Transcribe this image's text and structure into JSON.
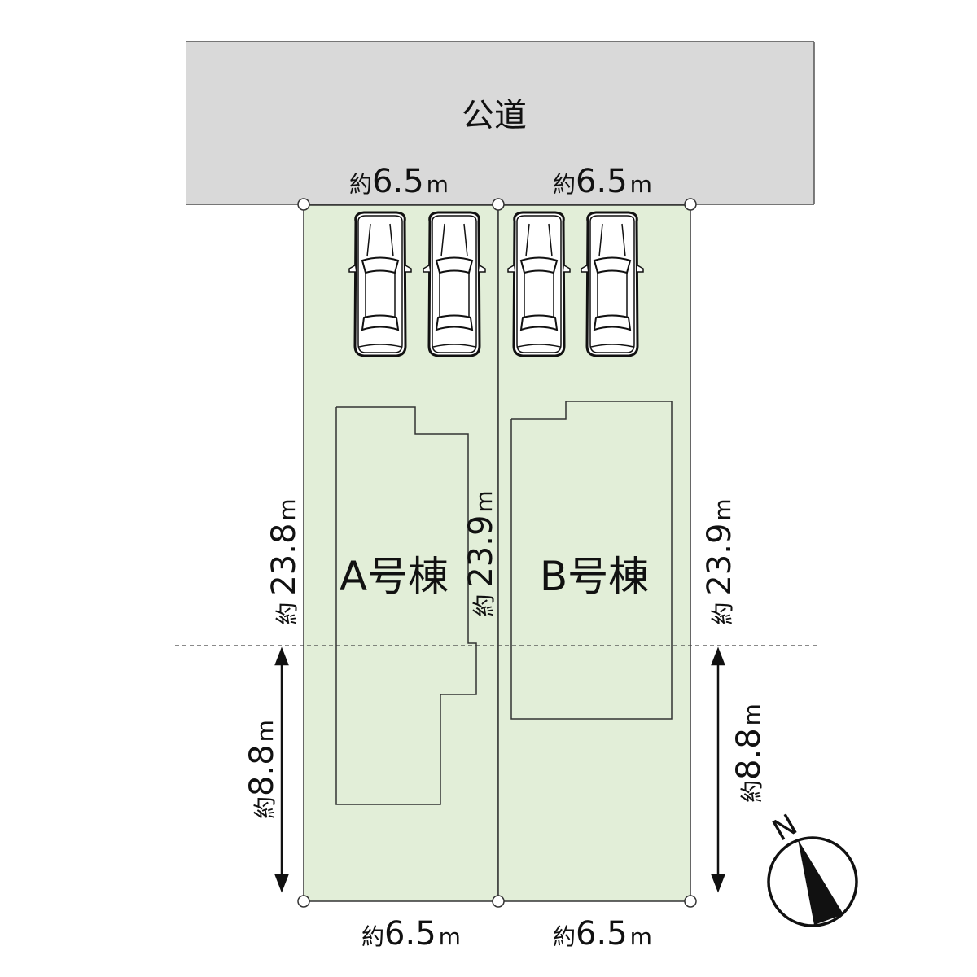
{
  "road": {
    "label": "公道"
  },
  "lots": [
    {
      "building_label": "A号棟",
      "frontage": "6.5",
      "rear": "6.5",
      "depth": "23.8",
      "colors": {
        "fill": "#e2eed8"
      }
    },
    {
      "building_label": "B号棟",
      "frontage": "6.5",
      "rear": "6.5",
      "depth": "23.9",
      "colors": {
        "fill": "#e2eed8"
      }
    }
  ],
  "shared_depth": "23.9",
  "setback": {
    "left": "8.8",
    "right": "8.8"
  },
  "prefix": "約",
  "unit": "m",
  "compass": {
    "label": "N"
  },
  "colors": {
    "road": "#d9d9d9",
    "lot": "#e2eed8",
    "line": "#333333"
  }
}
